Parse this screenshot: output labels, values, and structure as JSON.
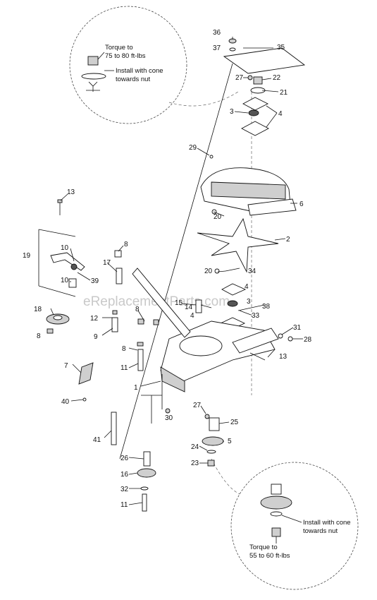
{
  "watermark": "eReplacementParts.com",
  "notes": {
    "top_torque_line1": "Torque to",
    "top_torque_line2": "75 to 80 ft-lbs",
    "top_cone_line1": "Install with cone",
    "top_cone_line2": "towards nut",
    "bottom_cone_line1": "Install with cone",
    "bottom_cone_line2": "towards nut",
    "bottom_torque_line1": "Torque to",
    "bottom_torque_line2": "55 to 60 ft-lbs"
  },
  "callouts": {
    "c36": "36",
    "c37": "37",
    "c35": "35",
    "c27a": "27",
    "c22": "22",
    "c21": "21",
    "c3a": "3",
    "c4a": "4",
    "c29": "29",
    "c6": "6",
    "c20a": "20",
    "c2": "2",
    "c13a": "13",
    "c19": "19",
    "c10a": "10",
    "c10b": "10",
    "c39": "39",
    "c8a": "8",
    "c17": "17",
    "c20b": "20",
    "c34": "34",
    "c4b": "4",
    "c3b": "3",
    "c38": "38",
    "c18": "18",
    "c8b": "8",
    "c8c": "8",
    "c12": "12",
    "c9": "9",
    "c15": "15",
    "c14": "14",
    "c4c": "4",
    "c33": "33",
    "c31": "31",
    "c28": "28",
    "c8d": "8",
    "c11a": "11",
    "c13b": "13",
    "c7": "7",
    "c1": "1",
    "c40": "40",
    "c30": "30",
    "c27b": "27",
    "c25": "25",
    "c41": "41",
    "c24": "24",
    "c5": "5",
    "c26": "26",
    "c23": "23",
    "c16": "16",
    "c32": "32",
    "c11b": "11"
  }
}
